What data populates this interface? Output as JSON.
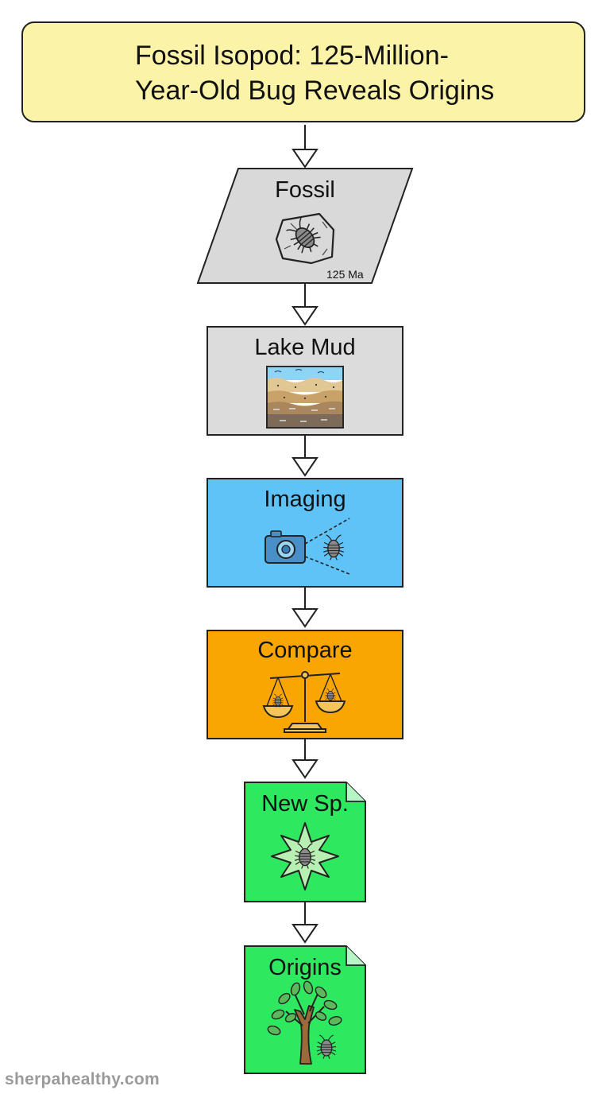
{
  "title": {
    "line1": "Fossil Isopod: 125-Million-",
    "line2": "Year-Old Bug Reveals Origins"
  },
  "steps": [
    {
      "id": "fossil",
      "label": "Fossil",
      "shape": "parallelogram",
      "fill": "#d9d9d9",
      "icon": "fossil-isopod-icon",
      "tag": "125 Ma"
    },
    {
      "id": "lake-mud",
      "label": "Lake Mud",
      "shape": "rectangle",
      "fill": "#dcdcdc",
      "icon": "sediment-layers-icon"
    },
    {
      "id": "imaging",
      "label": "Imaging",
      "shape": "rectangle",
      "fill": "#5fc3f7",
      "icon": "camera-icon"
    },
    {
      "id": "compare",
      "label": "Compare",
      "shape": "rectangle",
      "fill": "#f9a602",
      "icon": "balance-scale-icon"
    },
    {
      "id": "new-sp",
      "label": "New Sp.",
      "shape": "document",
      "fill": "#2ee85f",
      "icon": "starburst-isopod-icon"
    },
    {
      "id": "origins",
      "label": "Origins",
      "shape": "document",
      "fill": "#2ee85f",
      "icon": "tree-icon"
    }
  ],
  "title_fill": "#fbf3a8",
  "watermark": "sherpahealthy.com"
}
